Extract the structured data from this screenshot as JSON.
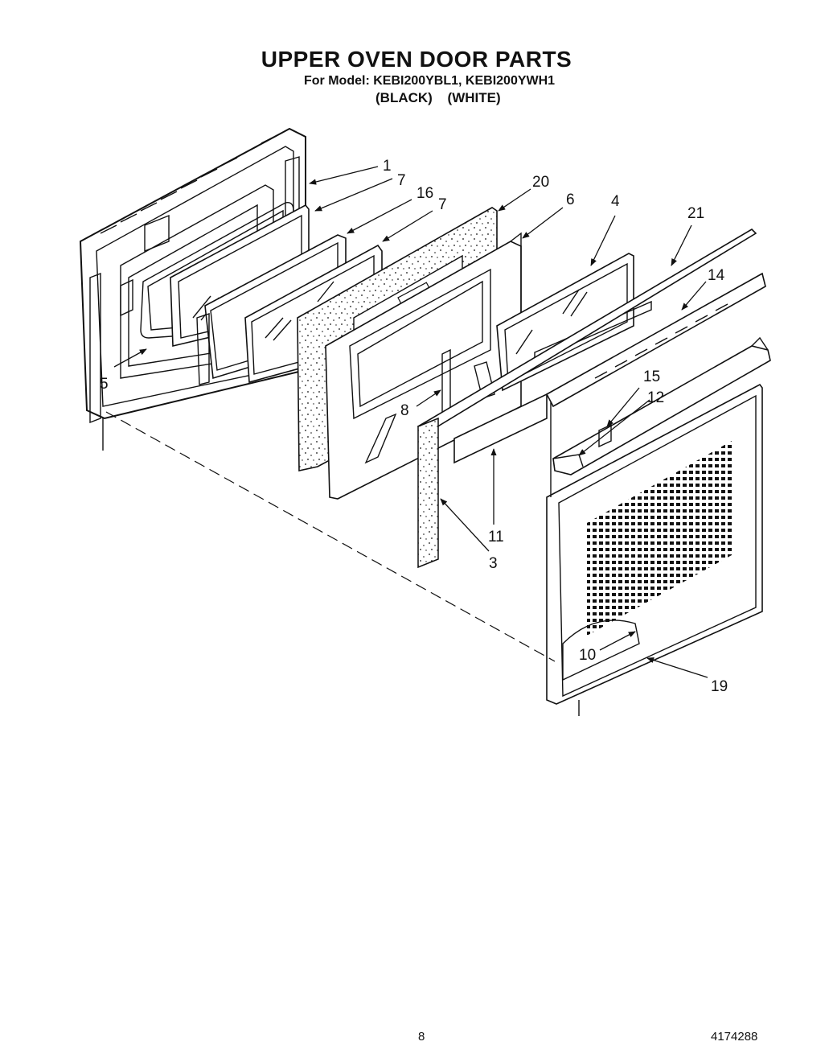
{
  "header": {
    "title": "UPPER OVEN DOOR PARTS",
    "model_line": "For Model: KEBI200YBL1, KEBI200YWH1",
    "variants": "(BLACK)   (WHITE)"
  },
  "callouts": [
    {
      "id": "c1",
      "text": "1"
    },
    {
      "id": "c7a",
      "text": "7"
    },
    {
      "id": "c16",
      "text": "16"
    },
    {
      "id": "c7b",
      "text": "7"
    },
    {
      "id": "c20",
      "text": "20"
    },
    {
      "id": "c6",
      "text": "6"
    },
    {
      "id": "c4",
      "text": "4"
    },
    {
      "id": "c21",
      "text": "21"
    },
    {
      "id": "c14",
      "text": "14"
    },
    {
      "id": "c5",
      "text": "5"
    },
    {
      "id": "c15",
      "text": "15"
    },
    {
      "id": "c12",
      "text": "12"
    },
    {
      "id": "c8",
      "text": "8"
    },
    {
      "id": "c11",
      "text": "11"
    },
    {
      "id": "c3",
      "text": "3"
    },
    {
      "id": "c10",
      "text": "10"
    },
    {
      "id": "c19",
      "text": "19"
    }
  ],
  "footer": {
    "page_number": "8",
    "document_number": "4174288"
  }
}
